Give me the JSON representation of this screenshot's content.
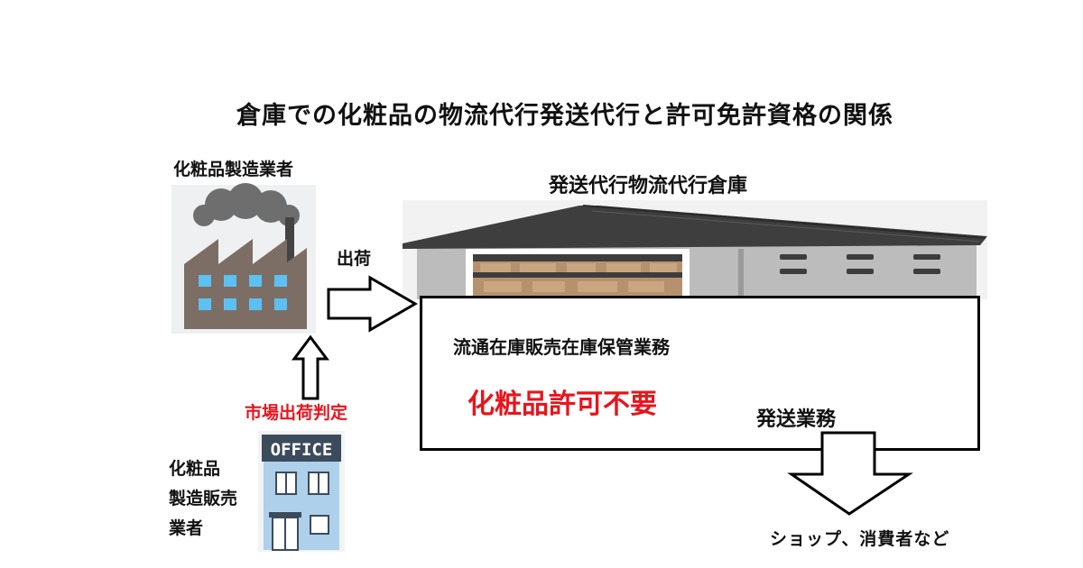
{
  "title": "倉庫での化粧品の物流代行発送代行と許可免許資格の関係",
  "manufacturer": {
    "label": "化粧品製造業者",
    "icon": "factory-icon"
  },
  "warehouse": {
    "label": "発送代行物流代行倉庫",
    "icon": "warehouse-icon"
  },
  "flows": {
    "ship_label": "出荷",
    "judgement_label": "市場出荷判定",
    "dispatch_label": "発送業務"
  },
  "services_box": {
    "storage_label": "流通在庫販売在庫保管業務",
    "permit_label": "化粧品許可不要"
  },
  "seller": {
    "label": "化粧品\n製造販売\n業者",
    "icon": "office-building-icon",
    "sign_text": "OFFICE"
  },
  "destination": {
    "label": "ショップ、消費者など"
  },
  "colors": {
    "emphasis_red": "#e8141c",
    "factory_body": "#7d6e65",
    "window_blue": "#5cc0f2",
    "roof_dark": "#444444",
    "office_blue": "#aed0ea"
  }
}
